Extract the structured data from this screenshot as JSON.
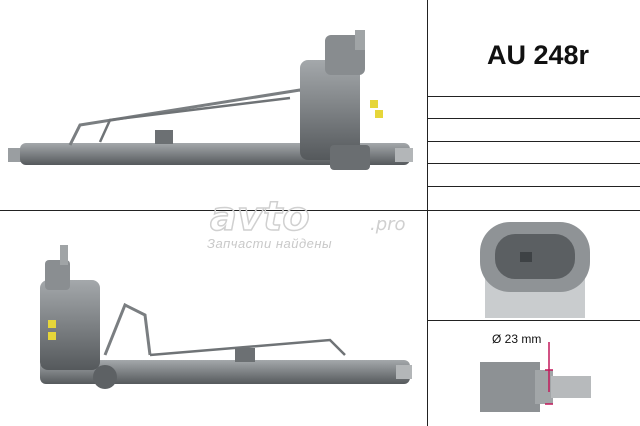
{
  "product": {
    "code": "AU 248r"
  },
  "watermark": {
    "brand": "avto",
    "domain": ".pro",
    "caption": "Запчасти найдены"
  },
  "dimension": {
    "label": "Ø 23 mm"
  },
  "colors": {
    "rack_body": "#808487",
    "border": "#222222",
    "watermark": "#d0d0d0",
    "dimension_mark": "#c2185b"
  }
}
